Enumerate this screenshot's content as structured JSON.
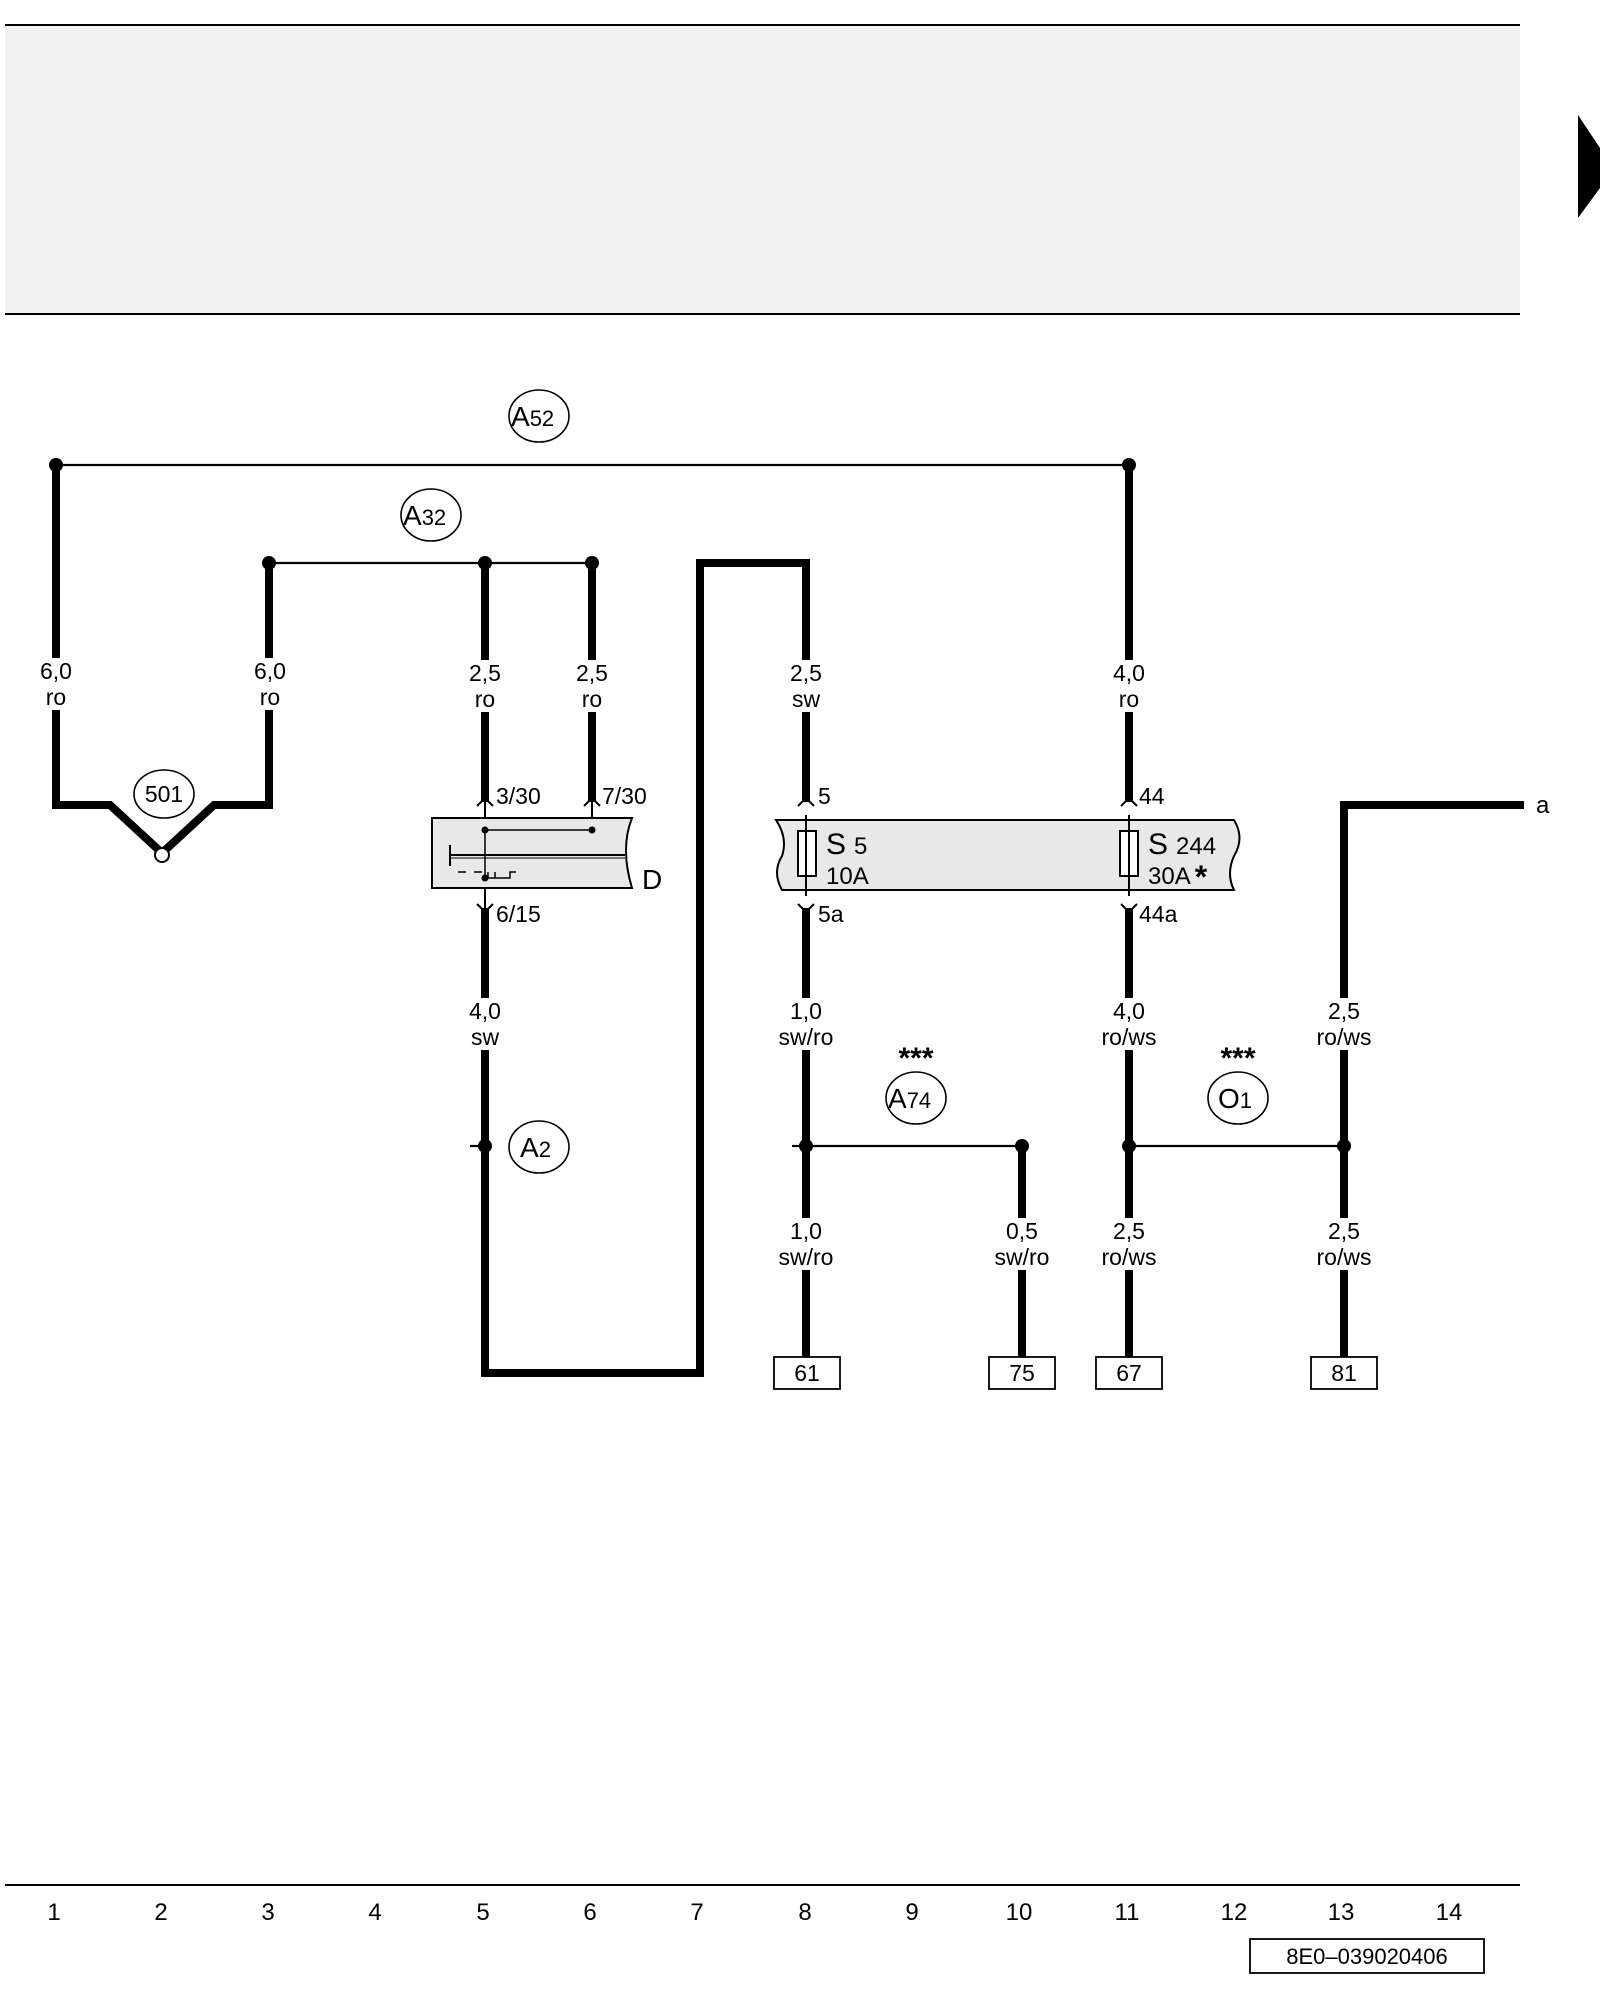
{
  "diagram": {
    "connections": {
      "a52": {
        "letter": "A",
        "num": "52"
      },
      "a32": {
        "letter": "A",
        "num": "32"
      },
      "a2": {
        "letter": "A",
        "num": "2"
      },
      "a74": {
        "letter": "A",
        "num": "74"
      },
      "o1": {
        "letter": "O",
        "num": "1"
      },
      "ground": "501"
    },
    "wires": {
      "w1": {
        "size": "6,0",
        "color": "ro"
      },
      "w3": {
        "size": "6,0",
        "color": "ro"
      },
      "w5_top": {
        "size": "2,5",
        "color": "ro"
      },
      "w6": {
        "size": "2,5",
        "color": "ro"
      },
      "w8_top": {
        "size": "2,5",
        "color": "sw"
      },
      "w11_top": {
        "size": "4,0",
        "color": "ro"
      },
      "w5_bottom": {
        "size": "4,0",
        "color": "sw"
      },
      "w8_mid": {
        "size": "1,0",
        "color": "sw/ro"
      },
      "w11_mid": {
        "size": "4,0",
        "color": "ro/ws"
      },
      "w13_mid": {
        "size": "2,5",
        "color": "ro/ws"
      },
      "w8_bottom": {
        "size": "1,0",
        "color": "sw/ro"
      },
      "w10_bottom": {
        "size": "0,5",
        "color": "sw/ro"
      },
      "w11_bottom": {
        "size": "2,5",
        "color": "ro/ws"
      },
      "w13_bottom": {
        "size": "2,5",
        "color": "ro/ws"
      }
    },
    "stars": "***",
    "switch_d": {
      "label": "D",
      "pin_3_30": "3/30",
      "pin_7_30": "7/30",
      "pin_6_15": "6/15"
    },
    "fuse_carrier": {
      "s5": {
        "name": "S",
        "num": "5",
        "rating": "10A",
        "pin_in": "5",
        "pin_out": "5a"
      },
      "s244": {
        "name": "S",
        "num": "244",
        "rating": "30A",
        "asterisk": "*",
        "pin_in": "44",
        "pin_out": "44a"
      }
    },
    "continuation": "a",
    "terminals": [
      "61",
      "75",
      "67",
      "81"
    ],
    "track_numbers": [
      "1",
      "2",
      "3",
      "4",
      "5",
      "6",
      "7",
      "8",
      "9",
      "10",
      "11",
      "12",
      "13",
      "14"
    ],
    "drawing_number": "8E0–039020406"
  }
}
